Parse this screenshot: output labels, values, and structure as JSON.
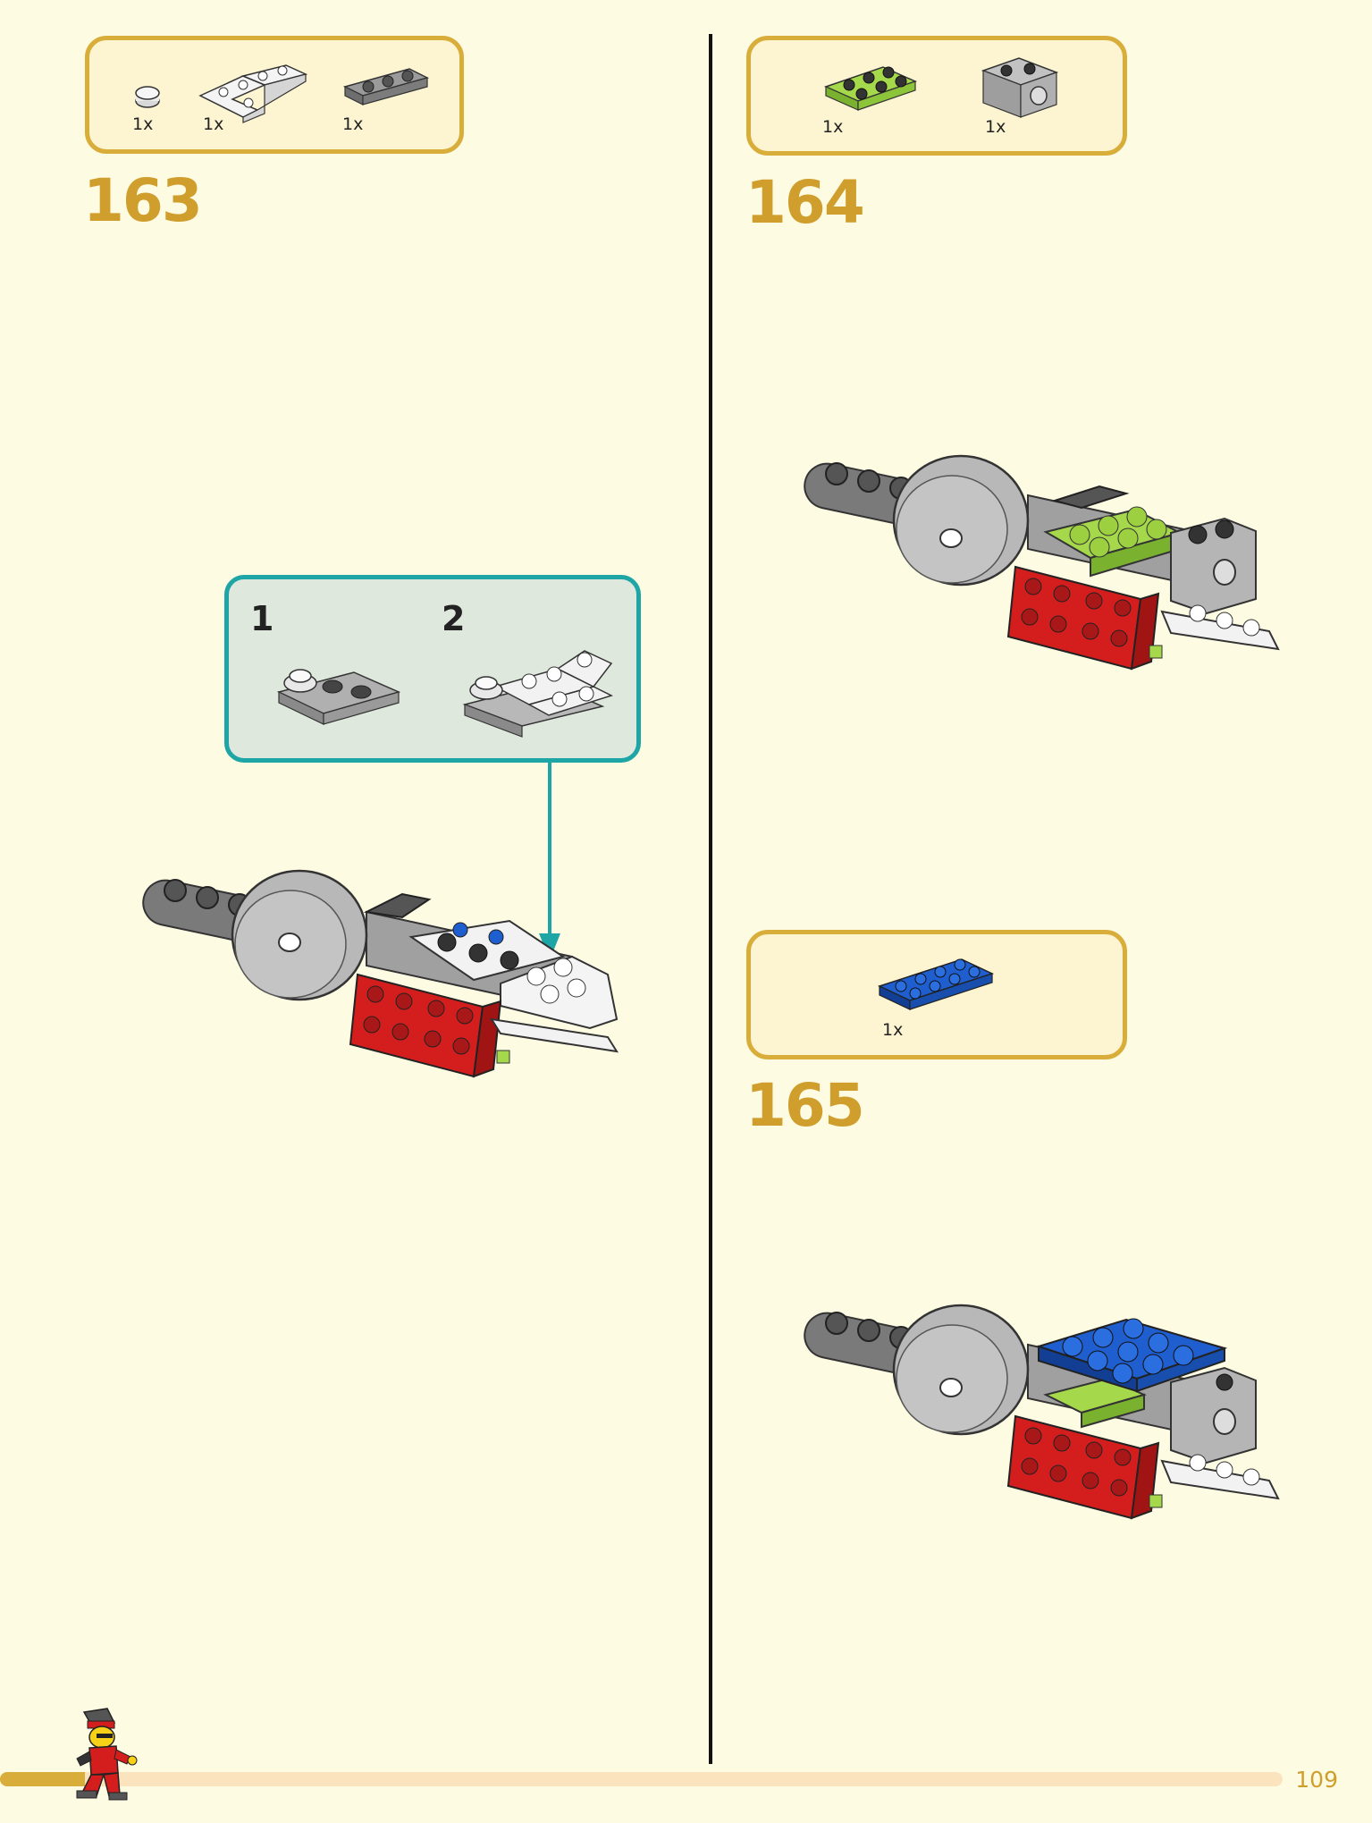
{
  "steps": [
    {
      "number": "163",
      "parts": [
        {
          "qty": "1x",
          "name": "round-plate-1x1",
          "color": "#f2f2f2"
        },
        {
          "qty": "1x",
          "name": "corner-plate-white",
          "color": "#f2f2f2"
        },
        {
          "qty": "1x",
          "name": "plate-1x3-grey",
          "color": "#8a8a8a"
        }
      ],
      "substeps": [
        "1",
        "2"
      ]
    },
    {
      "number": "164",
      "parts": [
        {
          "qty": "1x",
          "name": "plate-2x3-lime",
          "color": "#a6d84c"
        },
        {
          "qty": "1x",
          "name": "technic-brick-grey",
          "color": "#b5b5b5"
        }
      ]
    },
    {
      "number": "165",
      "parts": [
        {
          "qty": "1x",
          "name": "plate-2x4-blue",
          "color": "#1f5ecf"
        }
      ]
    }
  ],
  "page_number": "109",
  "colors": {
    "accent": "#d8ad3a",
    "step_number": "#cf9e2c",
    "callout_border": "#1ea5a5",
    "brick_red": "#d41e1e",
    "brick_lime": "#a6d84c",
    "brick_blue": "#1f5ecf",
    "brick_grey": "#8a8a8a"
  }
}
